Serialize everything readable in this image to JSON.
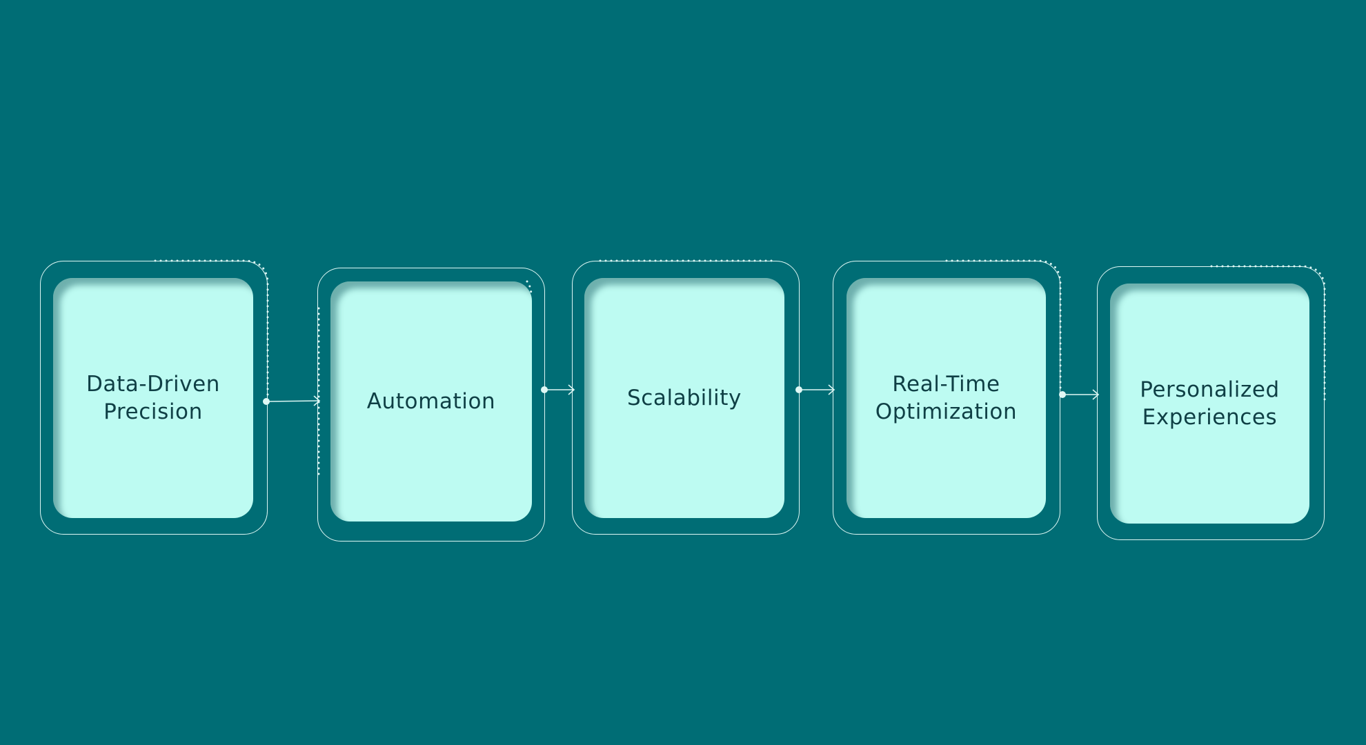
{
  "diagram": {
    "colors": {
      "background": "#006d75",
      "card_fill": "#bdfbf2",
      "line": "#dff8f5",
      "text": "#0f3f45"
    },
    "steps": [
      {
        "line1": "Data-Driven",
        "line2": "Precision"
      },
      {
        "line1": "Automation",
        "line2": ""
      },
      {
        "line1": "Scalability",
        "line2": ""
      },
      {
        "line1": "Real-Time",
        "line2": "Optimization"
      },
      {
        "line1": "Personalized",
        "line2": "Experiences"
      }
    ],
    "connector_icon": "arrow-right-icon",
    "decoration_icon": "dotted-border-accent"
  }
}
